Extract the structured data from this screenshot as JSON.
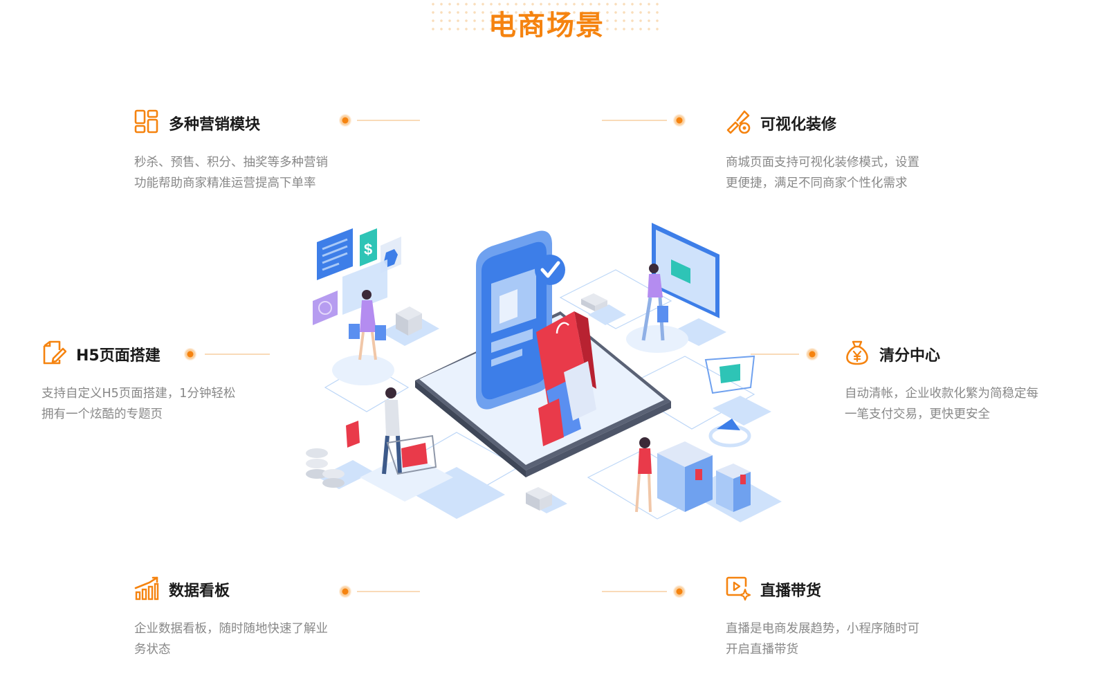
{
  "page": {
    "title": "电商场景"
  },
  "features": {
    "marketing": {
      "title": "多种营销模块",
      "desc": "秒杀、预售、积分、抽奖等多种营销功能帮助商家精准运营提高下单率",
      "icon": "grid-icon"
    },
    "h5": {
      "title": "H5页面搭建",
      "desc": "支持自定义H5页面搭建，1分钟轻松拥有一个炫酷的专题页",
      "icon": "edit-page-icon"
    },
    "data": {
      "title": "数据看板",
      "desc": "企业数据看板，随时随地快速了解业务状态",
      "icon": "bar-chart-icon"
    },
    "decoration": {
      "title": "可视化装修",
      "desc": "商城页面支持可视化装修模式，设置更便捷，满足不同商家个性化需求",
      "icon": "tools-icon"
    },
    "settlement": {
      "title": "清分中心",
      "desc": "自动清帐，企业收款化繁为简稳定每一笔支付交易，更快更安全",
      "icon": "money-bag-icon"
    },
    "live": {
      "title": "直播带货",
      "desc": "直播是电商发展趋势，小程序随时可开启直播带货",
      "icon": "live-play-icon"
    }
  },
  "colors": {
    "accent": "#f5830f",
    "blue": "#4a8df0",
    "light_blue": "#cfe2fb"
  }
}
